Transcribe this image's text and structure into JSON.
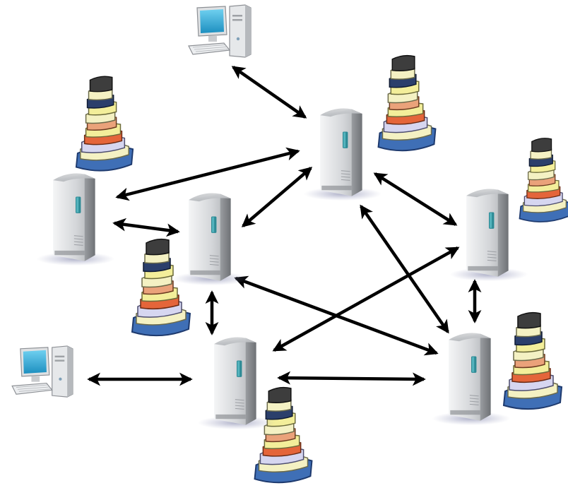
{
  "diagram": {
    "type": "network",
    "colors": {
      "background": "#ffffff",
      "arrow": "#000000",
      "server_body": "#d7d9dc",
      "server_slot": "#2d8a95",
      "screen": "#3aa9cf",
      "book_colors": [
        "#3d3d3d",
        "#2b3f6b",
        "#f4f1c3",
        "#eaa27a",
        "#f3ee9a",
        "#e4653a",
        "#d6d6f0",
        "#3f6fb6"
      ]
    },
    "nodes": [
      {
        "id": "pc-top",
        "kind": "computer",
        "icon": "desktop-computer-icon"
      },
      {
        "id": "pc-bottom-left",
        "kind": "computer",
        "icon": "desktop-computer-icon"
      },
      {
        "id": "server-top",
        "kind": "server",
        "icon": "server-tower-icon",
        "has_books": true
      },
      {
        "id": "server-left",
        "kind": "server",
        "icon": "server-tower-icon",
        "has_books": true
      },
      {
        "id": "server-center-left",
        "kind": "server",
        "icon": "server-tower-icon",
        "has_books": true
      },
      {
        "id": "server-right",
        "kind": "server",
        "icon": "server-tower-icon",
        "has_books": true
      },
      {
        "id": "server-bottom-center",
        "kind": "server",
        "icon": "server-tower-icon",
        "has_books": true
      },
      {
        "id": "server-bottom-right",
        "kind": "server",
        "icon": "server-tower-icon",
        "has_books": true
      }
    ],
    "edges": [
      {
        "from": "pc-top",
        "to": "server-top",
        "direction": "both"
      },
      {
        "from": "server-top",
        "to": "server-left",
        "direction": "both"
      },
      {
        "from": "server-top",
        "to": "server-center-left",
        "direction": "both"
      },
      {
        "from": "server-top",
        "to": "server-right",
        "direction": "both"
      },
      {
        "from": "server-top",
        "to": "server-bottom-right",
        "direction": "both"
      },
      {
        "from": "server-left",
        "to": "server-center-left",
        "direction": "both"
      },
      {
        "from": "server-center-left",
        "to": "server-bottom-center",
        "direction": "both"
      },
      {
        "from": "server-center-left",
        "to": "server-bottom-right",
        "direction": "both"
      },
      {
        "from": "server-right",
        "to": "server-bottom-center",
        "direction": "both"
      },
      {
        "from": "server-right",
        "to": "server-bottom-right",
        "direction": "both"
      },
      {
        "from": "pc-bottom-left",
        "to": "server-bottom-center",
        "direction": "both"
      },
      {
        "from": "server-bottom-center",
        "to": "server-bottom-right",
        "direction": "both"
      }
    ]
  }
}
